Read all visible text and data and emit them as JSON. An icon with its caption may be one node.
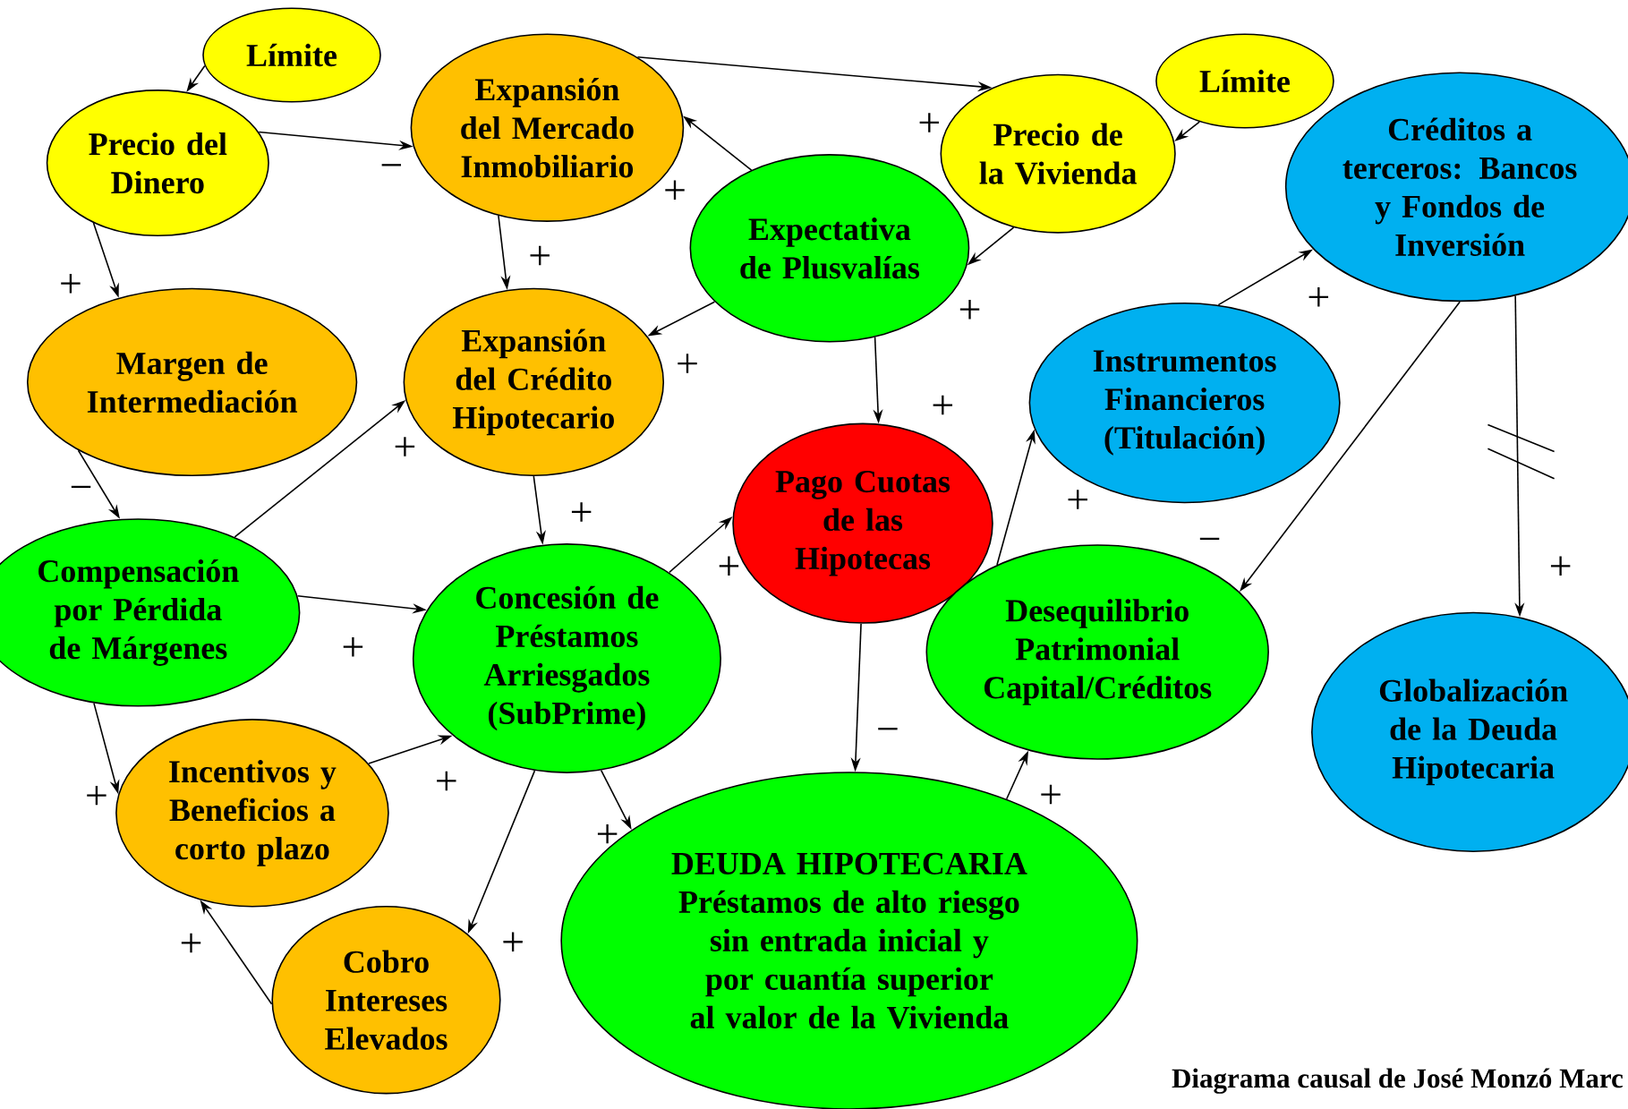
{
  "diagram": {
    "caption": "Diagrama causal de José Monzó Marc",
    "nodes": [
      {
        "text": [
          "Límite"
        ]
      },
      {
        "text": [
          "Precio del Dinero"
        ]
      },
      {
        "text": [
          "Expansión del Mercado Inmobiliario"
        ]
      },
      {
        "text": [
          "Precio de la Vivienda"
        ]
      },
      {
        "text": [
          "Límite"
        ]
      },
      {
        "text": [
          "Créditos a terceros: Bancos y Fondos de Inversión"
        ]
      },
      {
        "text": [
          "Margen de Intermediación"
        ]
      },
      {
        "text": [
          "Expectativa de Plusvalías"
        ]
      },
      {
        "text": [
          "Expansión del Crédito Hipotecario"
        ]
      },
      {
        "text": [
          "Instrumentos Financieros (Titulación)"
        ]
      },
      {
        "text": [
          "Pago Cuotas de las Hipotecas"
        ]
      },
      {
        "text": [
          "Compensación por Pérdida de Márgenes"
        ]
      },
      {
        "text": [
          "Concesión de Préstamos Arriesgados (SubPrime)"
        ]
      },
      {
        "text": [
          "Desequilibrio Patrimonial Capital/Créditos"
        ]
      },
      {
        "text": [
          "Globalización de la Deuda Hipotecaria"
        ]
      },
      {
        "text": [
          "Incentivos y Beneficios a corto plazo"
        ]
      },
      {
        "text": [
          "Cobro Intereses Elevados"
        ]
      },
      {
        "text": [
          "DEUDA HIPOTECARIA",
          "Préstamos de alto riesgo sin entrada inicial y por cuantía superior al valor de la Vivienda"
        ]
      }
    ],
    "edges": [
      {
        "from": 0,
        "to": 1,
        "arrow": "to"
      },
      {
        "from": 1,
        "to": 2,
        "arrow": "to",
        "label": "−"
      },
      {
        "from": 1,
        "to": 6,
        "arrow": "to",
        "label": "+"
      },
      {
        "from": 2,
        "to": 3,
        "arrow": "to",
        "label": "+"
      },
      {
        "from": 4,
        "to": 3,
        "arrow": "to"
      },
      {
        "from": 7,
        "to": 2,
        "arrow": "to",
        "label": "+"
      },
      {
        "from": 2,
        "to": 8,
        "arrow": "to",
        "label": "+"
      },
      {
        "from": 3,
        "to": 7,
        "arrow": "to",
        "label": "+"
      },
      {
        "from": 7,
        "to": 8,
        "arrow": "to",
        "label": "+"
      },
      {
        "from": 7,
        "to": 10,
        "arrow": "to",
        "label": "+"
      },
      {
        "from": 6,
        "to": 11,
        "arrow": "to",
        "label": "−"
      },
      {
        "from": 11,
        "to": 8,
        "arrow": "to",
        "label": "+"
      },
      {
        "from": 8,
        "to": 12,
        "arrow": "to",
        "label": "+"
      },
      {
        "from": 11,
        "to": 12,
        "arrow": "to",
        "label": "+"
      },
      {
        "from": 12,
        "to": 10,
        "arrow": "to",
        "label": "+"
      },
      {
        "from": 11,
        "to": 15,
        "arrow": "to",
        "label": "+"
      },
      {
        "from": 15,
        "to": 12,
        "arrow": "to",
        "label": "+"
      },
      {
        "from": 12,
        "to": 16,
        "arrow": "to",
        "label": "+"
      },
      {
        "from": 12,
        "to": 17,
        "arrow": "to",
        "label": "+"
      },
      {
        "from": 16,
        "to": 15,
        "arrow": "to",
        "label": "+"
      },
      {
        "from": 10,
        "to": 17,
        "arrow": "to",
        "label": "−"
      },
      {
        "from": 17,
        "to": 13,
        "arrow": "to",
        "label": "+"
      },
      {
        "from": 13,
        "to": 9,
        "arrow": "to",
        "label": "+"
      },
      {
        "from": 9,
        "to": 5,
        "arrow": "to",
        "label": "+"
      },
      {
        "from": 5,
        "to": 13,
        "arrow": "to",
        "label": "−"
      },
      {
        "from": 5,
        "to": 14,
        "arrow": "to",
        "label": "+"
      }
    ]
  }
}
